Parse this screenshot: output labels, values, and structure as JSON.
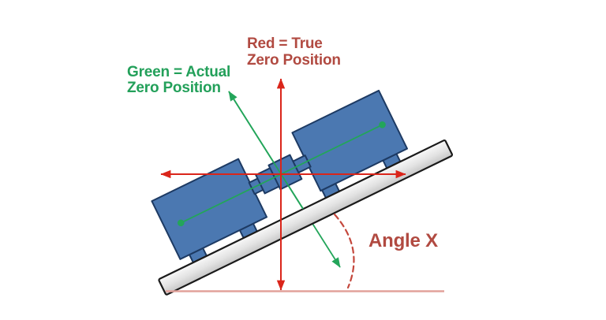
{
  "labels": {
    "red_legend": {
      "line1": "Red = True",
      "line2": "Zero Position"
    },
    "green_legend": {
      "line1": "Green = Actual",
      "line2": "Zero Position"
    },
    "angle": "Angle X"
  },
  "colors": {
    "axis_red": "#da251a",
    "label_red": "#b14a41",
    "arc_red": "#c4473c",
    "ground_line_red": "#e2a29b",
    "axis_green": "#23a55a",
    "label_green": "#23a05a",
    "machine_fill_blue": "#4b78b1",
    "machine_outline_blue": "#1d3a63",
    "base_fill_gray": "#dcdcdc",
    "base_outline_black": "#1a1a1a",
    "background": "#ffffff"
  }
}
